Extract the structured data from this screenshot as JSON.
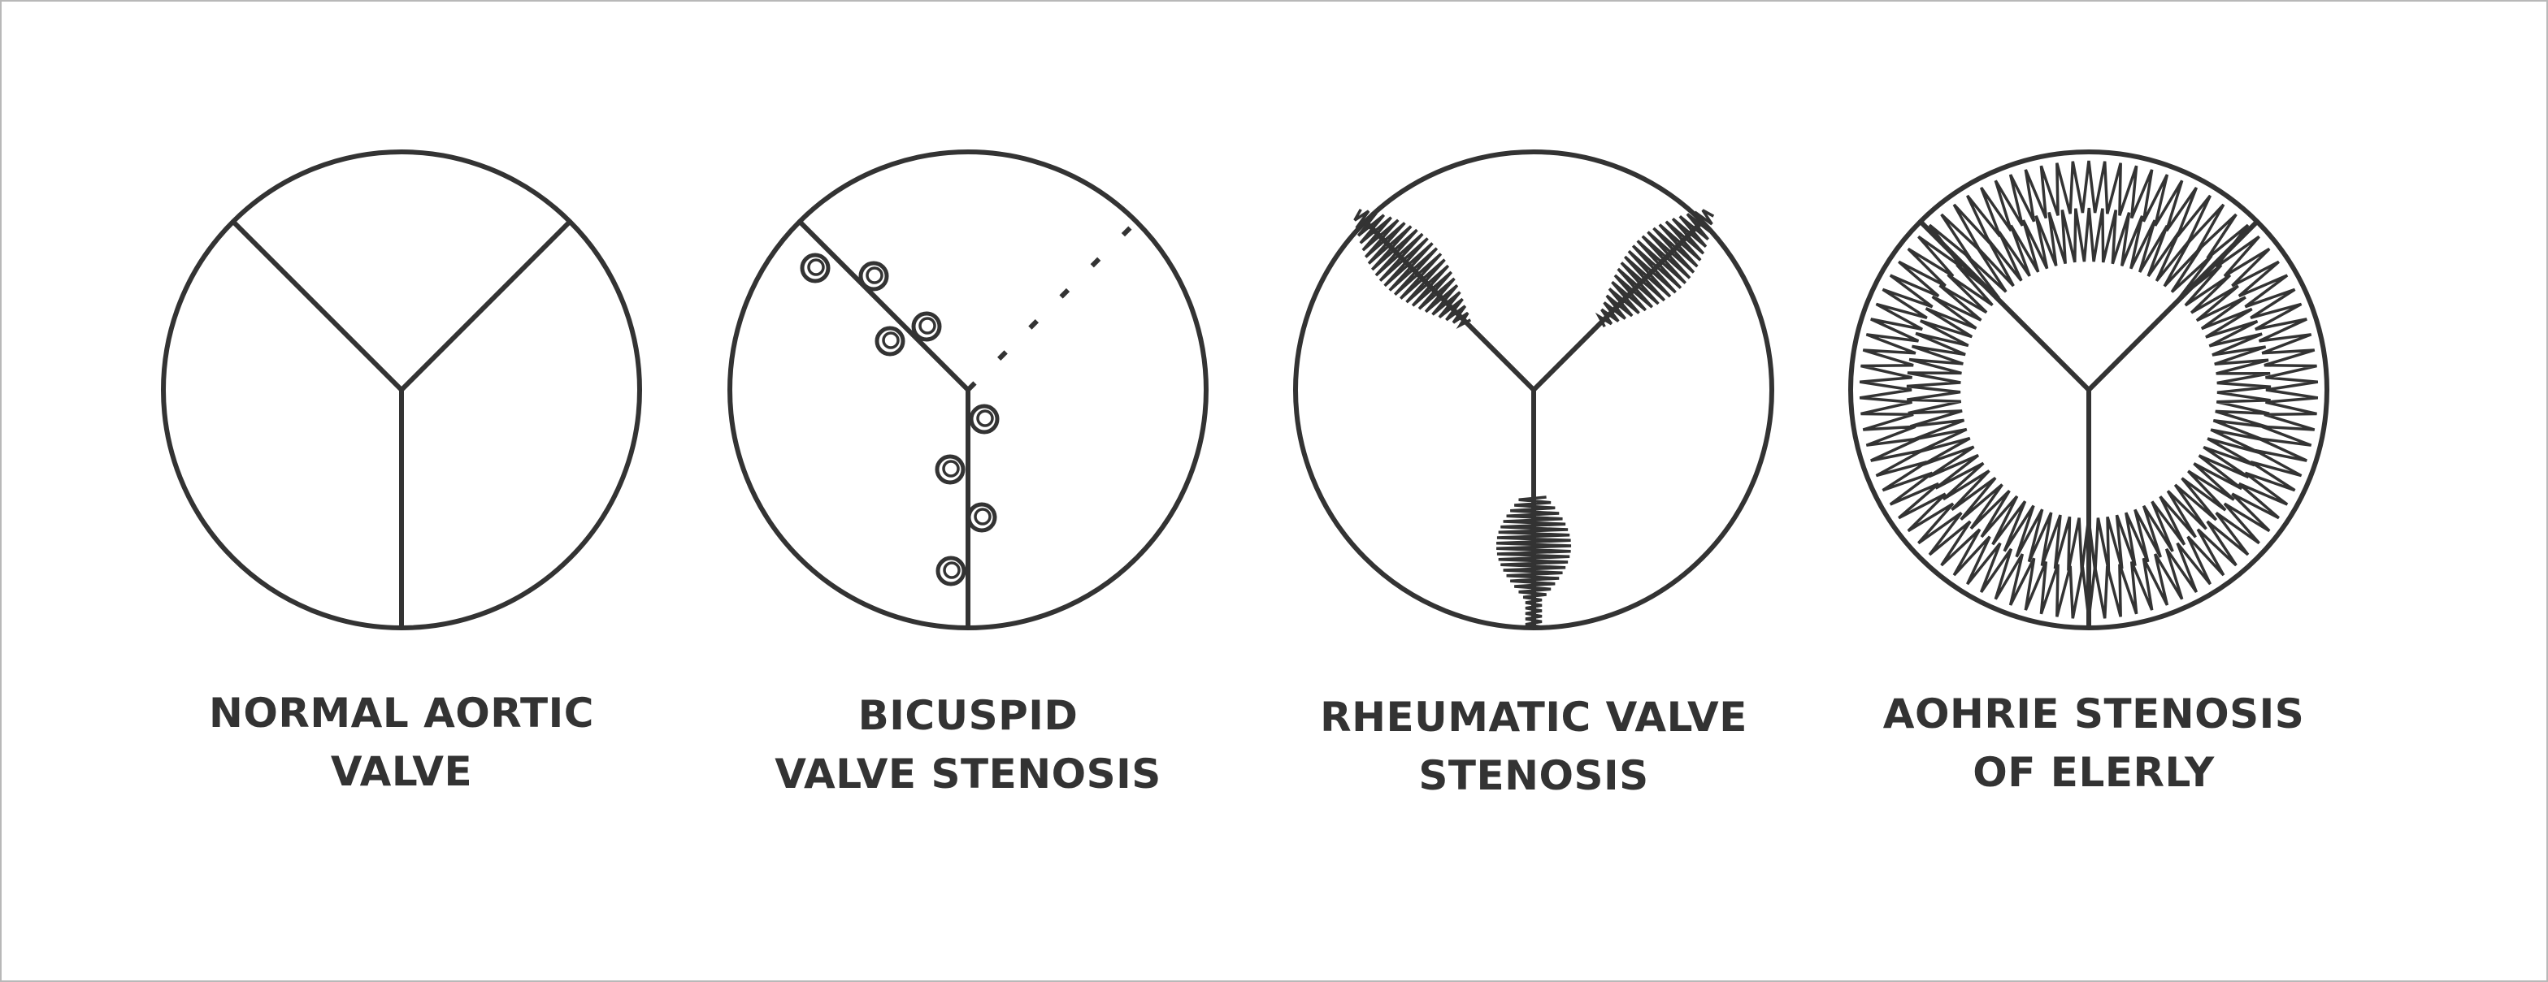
{
  "colors": {
    "stroke": "#333333",
    "background": "#ffffff",
    "border": "#b8b8b8"
  },
  "panels": [
    {
      "id": "normal",
      "label_lines": [
        "NORMAL AORTIC",
        "VALVE"
      ]
    },
    {
      "id": "bicuspid",
      "label_lines": [
        "BICUSPID",
        "VALVE STENOSIS"
      ]
    },
    {
      "id": "rheumatic",
      "label_lines": [
        "RHEUMATIC VALVE",
        "STENOSIS"
      ]
    },
    {
      "id": "elderly",
      "label_lines": [
        "AOHRIE STENOSIS",
        "OF ELERLY"
      ]
    }
  ]
}
